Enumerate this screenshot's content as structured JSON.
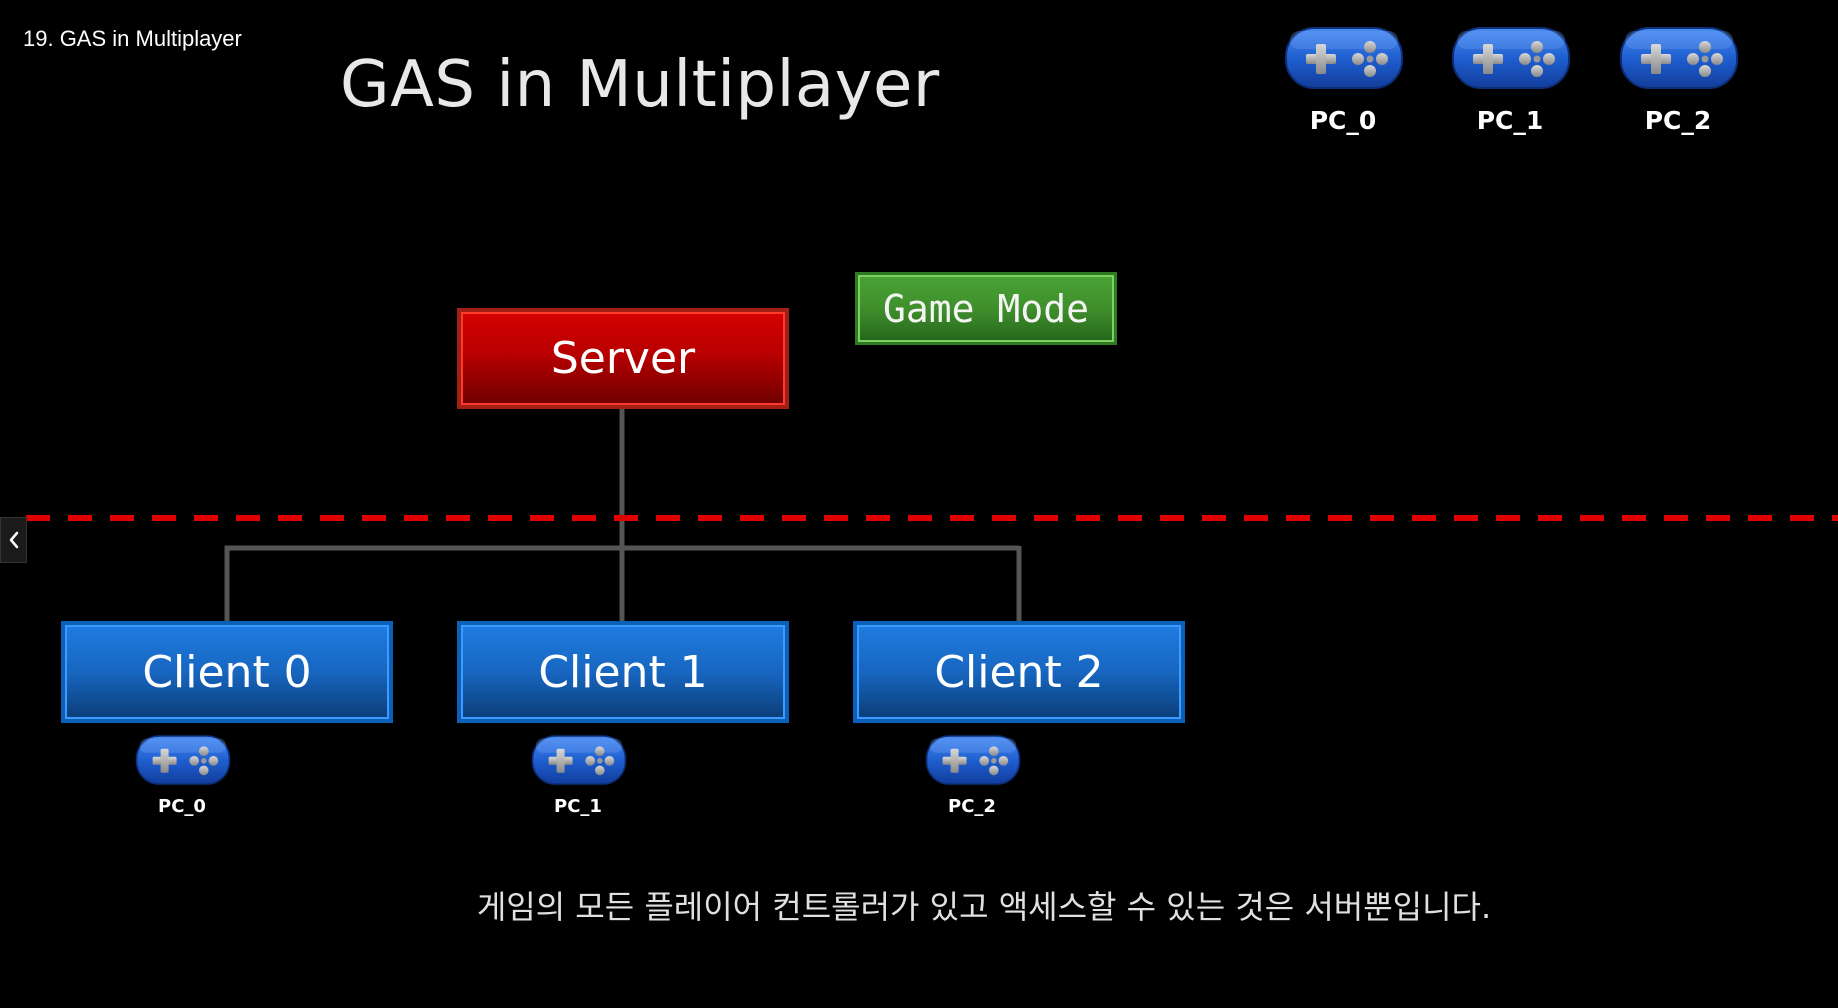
{
  "breadcrumb": "19. GAS in Multiplayer",
  "slide_title": "GAS in Multiplayer",
  "legend": {
    "items": [
      {
        "label": "PC_0",
        "icon": "gamepad-icon"
      },
      {
        "label": "PC_1",
        "icon": "gamepad-icon"
      },
      {
        "label": "PC_2",
        "icon": "gamepad-icon"
      }
    ]
  },
  "diagram": {
    "server": "Server",
    "game_mode": "Game Mode",
    "clients": [
      {
        "label": "Client 0",
        "controller": "PC_0"
      },
      {
        "label": "Client 1",
        "controller": "PC_1"
      },
      {
        "label": "Client 2",
        "controller": "PC_2"
      }
    ]
  },
  "caption": "게임의 모든 플레이어 컨트롤러가 있고 액세스할 수 있는 것은 서버뿐입니다.",
  "nav": {
    "prev_icon": "chevron-left-icon"
  },
  "colors": {
    "server": "#c40000",
    "game_mode": "#3f8f2c",
    "client": "#1766c0",
    "network_boundary": "#e00000",
    "connector": "#555555",
    "controller": "#1a56c4"
  }
}
